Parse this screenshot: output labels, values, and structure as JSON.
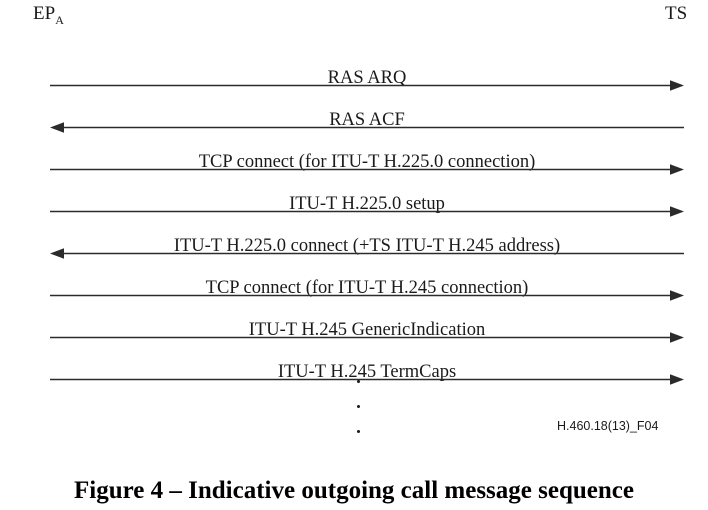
{
  "figure": {
    "caption": "Figure 4 – Indicative outgoing call message sequence",
    "figure_id": "H.460.18(13)_F04",
    "line_color": "#2b2b2b",
    "text_color": "#1a1a1a",
    "background_color": "#ffffff"
  },
  "endpoints": {
    "left": {
      "name": "EP",
      "subscript": "A"
    },
    "right": {
      "name": "TS",
      "subscript": ""
    }
  },
  "messages": [
    {
      "label": "RAS ARQ",
      "direction": "right"
    },
    {
      "label": "RAS ACF",
      "direction": "left"
    },
    {
      "label": "TCP connect (for ITU-T H.225.0 connection)",
      "direction": "right"
    },
    {
      "label": "ITU-T H.225.0 setup",
      "direction": "right"
    },
    {
      "label": "ITU-T H.225.0 connect (+TS ITU-T H.245 address)",
      "direction": "left"
    },
    {
      "label": "TCP connect (for ITU-T H.245 connection)",
      "direction": "right"
    },
    {
      "label": "ITU-T H.245 GenericIndication",
      "direction": "right"
    },
    {
      "label": "ITU-T H.245 TermCaps",
      "direction": "right"
    }
  ],
  "continuation": {
    "dot_count": 3
  }
}
